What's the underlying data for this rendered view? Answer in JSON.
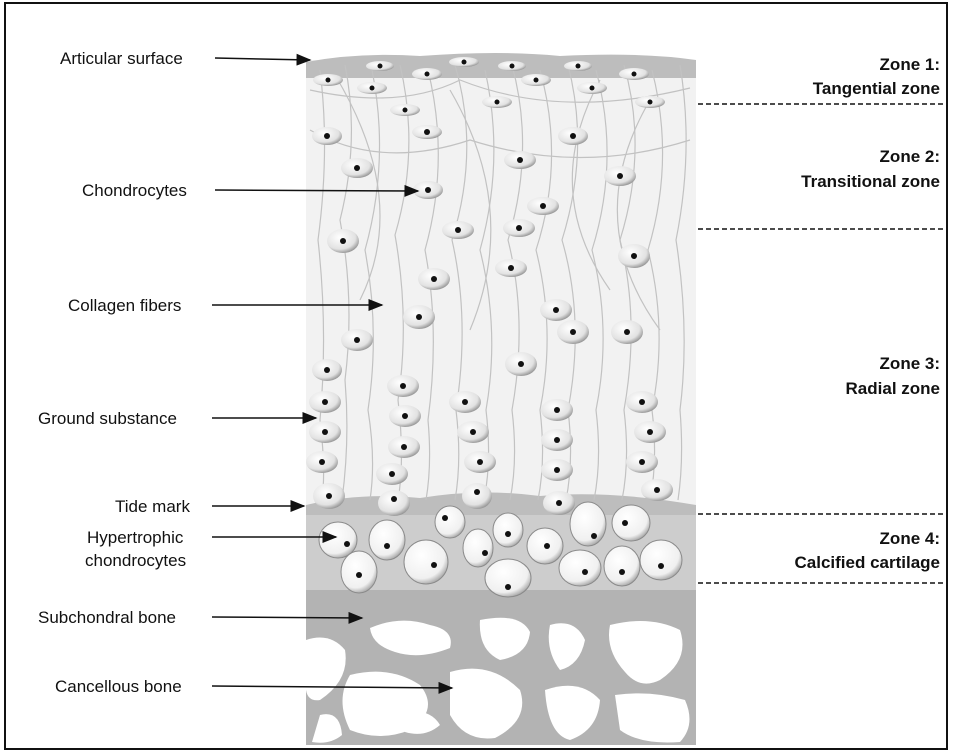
{
  "labels": {
    "articular_surface": "Articular surface",
    "chondrocytes": "Chondrocytes",
    "collagen_fibers": "Collagen fibers",
    "ground_substance": "Ground substance",
    "tide_mark": "Tide mark",
    "hypertrophic_line1": "Hypertrophic",
    "hypertrophic_line2": "chondrocytes",
    "subchondral_bone": "Subchondral bone",
    "cancellous_bone": "Cancellous bone"
  },
  "zones": {
    "zone1_title": "Zone 1:",
    "zone1_name": "Tangential zone",
    "zone2_title": "Zone 2:",
    "zone2_name": "Transitional zone",
    "zone3_title": "Zone 3:",
    "zone3_name": "Radial zone",
    "zone4_title": "Zone 4:",
    "zone4_name": "Calcified cartilage"
  },
  "colors": {
    "cartilage": "#f1f1f1",
    "calcified": "#c9c9c9",
    "bone": "#b5b5b5",
    "fiber": "#c4c4c4",
    "cell_fill": "#d9d9d9",
    "nucleus": "#111111"
  }
}
